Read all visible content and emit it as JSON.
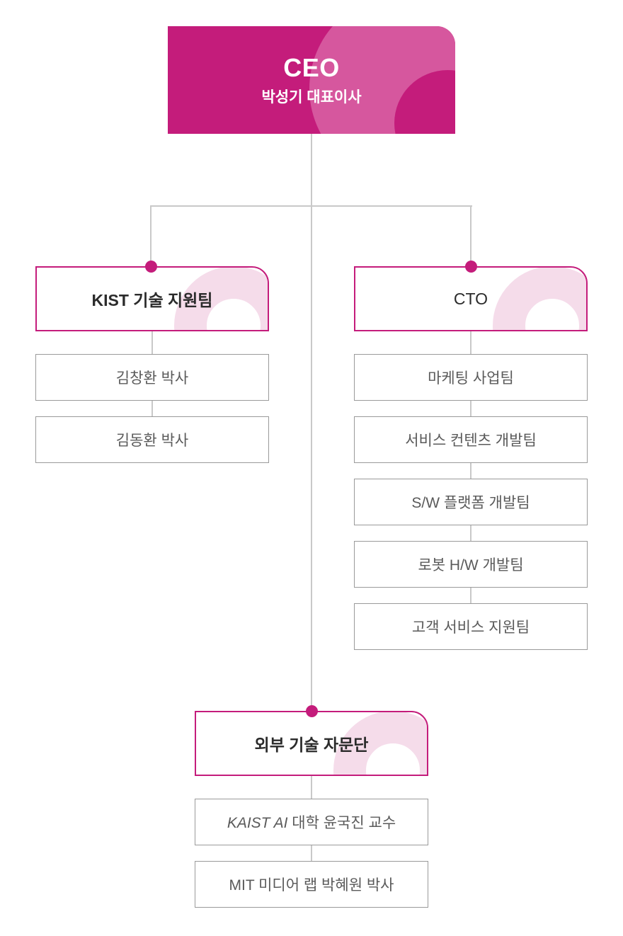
{
  "chart": {
    "type": "org-chart",
    "title_visible": false,
    "accent_color": "#C41C7B",
    "accent_light_color": "#D6579E",
    "deco_pink_color": "#F5DCEA",
    "line_color": "#C9C9C9",
    "sub_border_color": "#9A9A9A",
    "sub_text_color": "#5A5A5A"
  },
  "ceo": {
    "title": "CEO",
    "subtitle": "박성기 대표이사"
  },
  "branches": [
    {
      "id": "kist",
      "label": "KIST 기술 지원팀",
      "bold": true,
      "children": [
        {
          "label": "김창환 박사"
        },
        {
          "label": "김동환 박사"
        }
      ]
    },
    {
      "id": "cto",
      "label": "CTO",
      "bold": false,
      "children": [
        {
          "label": "마케팅 사업팀"
        },
        {
          "label": "서비스 컨텐츠 개발팀"
        },
        {
          "label": "S/W 플랫폼 개발팀"
        },
        {
          "label": "로봇 H/W 개발팀"
        },
        {
          "label": "고객 서비스 지원팀"
        }
      ]
    }
  ],
  "advisory": {
    "label": "외부 기술 자문단",
    "bold": true,
    "children": [
      {
        "italic_prefix": "KAIST AI",
        "rest": " 대학 윤국진 교수"
      },
      {
        "italic_prefix": "",
        "rest": "MIT 미디어 랩 박혜원 박사"
      }
    ]
  }
}
